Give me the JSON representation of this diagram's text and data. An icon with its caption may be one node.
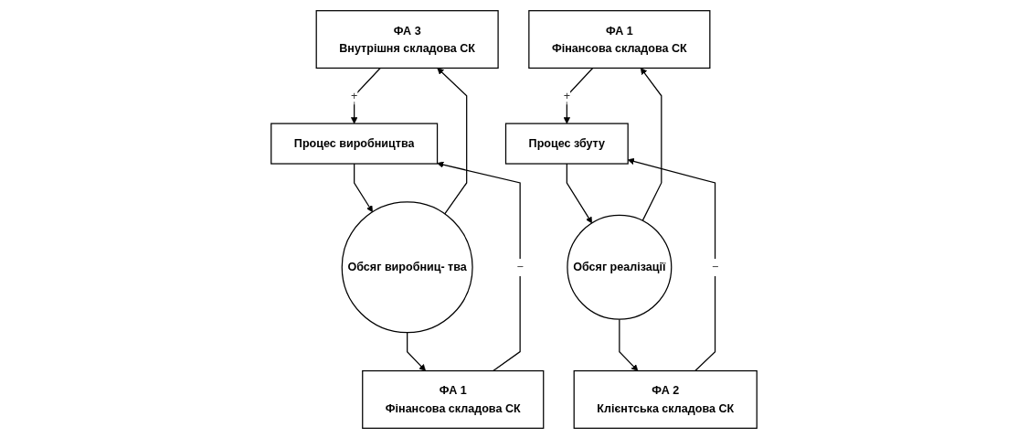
{
  "diagram": {
    "nodes": [
      {
        "text": [
          "ФА 3",
          "Внутрішня складова СК"
        ]
      },
      {
        "text": [
          "ФА 1",
          "Фінансова складова СК"
        ]
      },
      {
        "text": [
          "Процес виробництва"
        ]
      },
      {
        "text": [
          "Обсяг виробниц- тва"
        ]
      },
      {
        "text": [
          "ФА 1",
          "Фінансова складова СК"
        ]
      },
      {
        "text": [
          "ФА 2",
          "Клієнтська складова СК"
        ]
      },
      {
        "text": [
          "Процес збуту"
        ]
      },
      {
        "text": [
          "Обсяг реалізації"
        ]
      }
    ],
    "edges": [
      {
        "from": 0,
        "to": 2,
        "arrow": "to",
        "label": "+"
      },
      {
        "from": 1,
        "to": 2,
        "arrow": "to",
        "label": "−"
      },
      {
        "from": 2,
        "to": 3,
        "arrow": "to"
      },
      {
        "from": 3,
        "to": 0,
        "arrow": "to"
      },
      {
        "from": 3,
        "to": 1,
        "arrow": "to"
      },
      {
        "from": 4,
        "to": 6,
        "arrow": "to",
        "label": "+"
      },
      {
        "from": 5,
        "to": 6,
        "arrow": "to",
        "label": "−"
      },
      {
        "from": 6,
        "to": 7,
        "arrow": "to"
      },
      {
        "from": 7,
        "to": 4,
        "arrow": "to"
      },
      {
        "from": 7,
        "to": 5,
        "arrow": "to"
      }
    ]
  }
}
